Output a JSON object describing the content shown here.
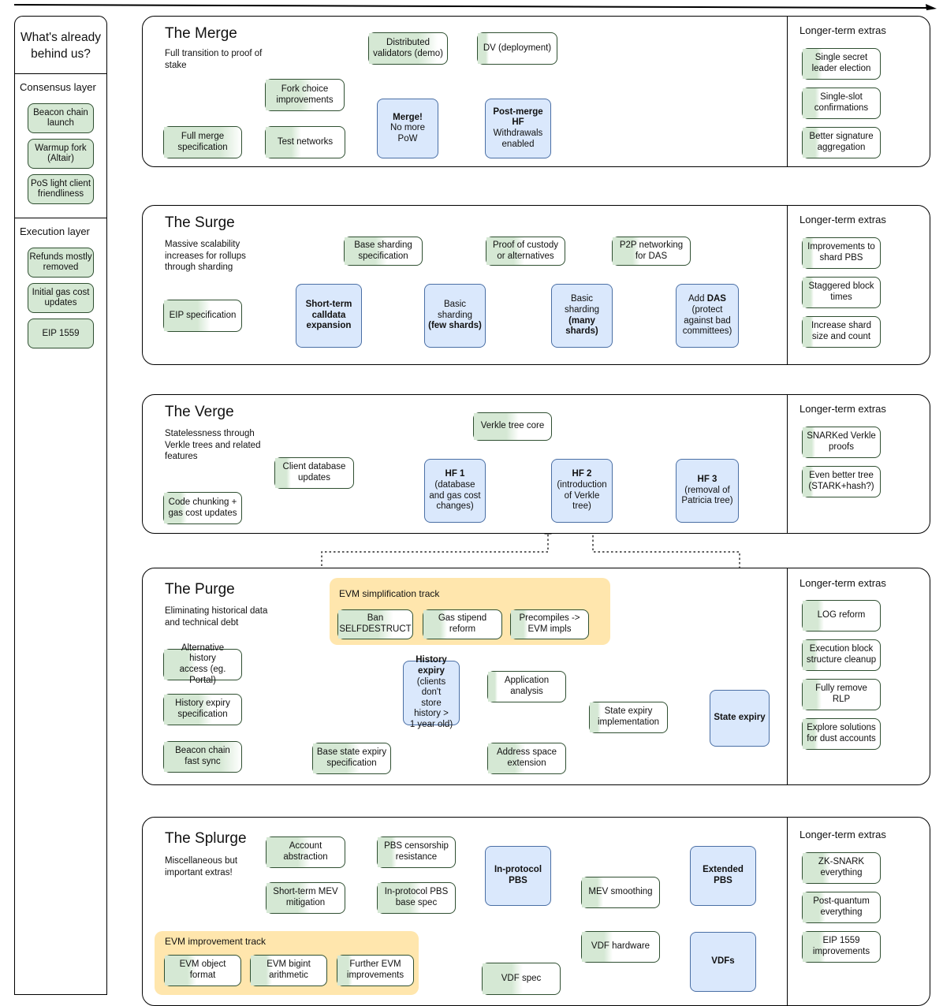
{
  "timeline": {
    "name": "roadmap-timeline-arrow"
  },
  "sidebar": {
    "title": "What's already behind us?",
    "sections": [
      {
        "label": "Consensus layer",
        "items": [
          {
            "label": "Beacon chain launch",
            "progress": 100
          },
          {
            "label": "Warmup fork (Altair)",
            "progress": 100
          },
          {
            "label": "PoS light client friendliness",
            "progress": 100
          }
        ]
      },
      {
        "label": "Execution layer",
        "items": [
          {
            "label": "Refunds mostly removed",
            "progress": 100
          },
          {
            "label": "Initial gas cost updates",
            "progress": 100
          },
          {
            "label": "EIP 1559",
            "progress": 100
          }
        ]
      }
    ]
  },
  "phases": [
    {
      "id": "merge",
      "title": "The Merge",
      "subtitle": "Full transition to proof of stake",
      "extras_title": "Longer-term extras",
      "nodes": [
        {
          "id": "distributed-validators",
          "label": "Distributed validators (demo)",
          "kind": "green",
          "progress": 88
        },
        {
          "id": "dv-deployment",
          "label": "DV (deployment)",
          "kind": "green",
          "progress": 14
        },
        {
          "id": "fork-choice-improvements",
          "label": "Fork choice improvements",
          "kind": "green",
          "progress": 62
        },
        {
          "id": "full-merge-specification",
          "label": "Full merge specification",
          "kind": "green",
          "progress": 100
        },
        {
          "id": "test-networks",
          "label": "Test networks",
          "kind": "green",
          "progress": 45
        },
        {
          "id": "merge-no-more-pow",
          "label": "Merge! No more PoW",
          "bold_lines": [
            "Merge!"
          ],
          "kind": "blue"
        },
        {
          "id": "post-merge-hf",
          "label": "Post-merge HF Withdrawals enabled",
          "bold_lines": [
            "Post-merge",
            "HF"
          ],
          "kind": "blue"
        }
      ],
      "extras": [
        {
          "label": "Single secret leader election",
          "progress": 26
        },
        {
          "label": "Single-slot confirmations",
          "progress": 22
        },
        {
          "label": "Better signature aggregation",
          "progress": 22
        }
      ]
    },
    {
      "id": "surge",
      "title": "The Surge",
      "subtitle": "Massive scalability increases for rollups through sharding",
      "extras_title": "Longer-term extras",
      "nodes": [
        {
          "id": "base-sharding-specification",
          "label": "Base sharding specification",
          "kind": "green",
          "progress": 55
        },
        {
          "id": "proof-of-custody",
          "label": "Proof of custody or alternatives",
          "kind": "green",
          "progress": 48
        },
        {
          "id": "p2p-networking-for-das",
          "label": "P2P networking for DAS",
          "kind": "green",
          "progress": 36
        },
        {
          "id": "eip-specification",
          "label": "EIP specification",
          "kind": "green",
          "progress": 60
        },
        {
          "id": "short-term-calldata-expansion",
          "label": "Short-term calldata expansion",
          "kind": "blue",
          "bold": true
        },
        {
          "id": "basic-sharding-few-shards",
          "label": "Basic sharding (few shards)",
          "bold_lines": [
            "(few shards)"
          ],
          "kind": "blue"
        },
        {
          "id": "basic-sharding-many-shards",
          "label": "Basic sharding (many shards)",
          "bold_lines": [
            "(many",
            "shards)"
          ],
          "kind": "blue"
        },
        {
          "id": "add-das",
          "label": "Add DAS (protect against bad committees)",
          "kind": "blue"
        }
      ],
      "extras": [
        {
          "label": "Improvements to shard PBS",
          "progress": 14
        },
        {
          "label": "Staggered block times",
          "progress": 14
        },
        {
          "label": "Increase shard size and count",
          "progress": 14
        }
      ]
    },
    {
      "id": "verge",
      "title": "The Verge",
      "subtitle": "Statelessness through Verkle trees and related features",
      "extras_title": "Longer-term extras",
      "nodes": [
        {
          "id": "verkle-tree-core",
          "label": "Verkle tree core",
          "kind": "green",
          "progress": 58
        },
        {
          "id": "client-database-updates",
          "label": "Client database updates",
          "kind": "green",
          "progress": 20
        },
        {
          "id": "code-chunking-gas-cost-updates",
          "label": "Code chunking + gas cost updates",
          "kind": "green",
          "progress": 30
        },
        {
          "id": "hf-1",
          "label": "HF 1 (database and gas cost changes)",
          "bold_lines": [
            "HF 1"
          ],
          "kind": "blue"
        },
        {
          "id": "hf-2",
          "label": "HF 2 (introduction of Verkle tree)",
          "bold_lines": [
            "HF 2"
          ],
          "kind": "blue"
        },
        {
          "id": "hf-3",
          "label": "HF 3 (removal of Patricia tree)",
          "bold_lines": [
            "HF 3"
          ],
          "kind": "blue"
        }
      ],
      "extras": [
        {
          "label": "SNARKed Verkle proofs",
          "progress": 16
        },
        {
          "label": "Even better tree (STARK+hash?)",
          "progress": 14
        }
      ]
    },
    {
      "id": "purge",
      "title": "The Purge",
      "subtitle": "Eliminating historical data and technical debt",
      "extras_title": "Longer-term extras",
      "track": {
        "label": "EVM simplification track",
        "items": [
          {
            "label": "Ban SELFDESTRUCT",
            "progress": 74
          },
          {
            "label": "Gas stipend reform",
            "progress": 30
          },
          {
            "label": "Precompiles -> EVM impls",
            "progress": 22
          }
        ]
      },
      "nodes": [
        {
          "id": "alternative-history-access",
          "label": "Alternative history access (eg. Portal)",
          "kind": "green",
          "progress": 42
        },
        {
          "id": "history-expiry-specification",
          "label": "History expiry specification",
          "kind": "green",
          "progress": 62
        },
        {
          "id": "beacon-chain-fast-sync",
          "label": "Beacon chain fast sync",
          "kind": "green",
          "progress": 100
        },
        {
          "id": "history-expiry",
          "label": "History expiry (clients don't store history > 1 year old)",
          "bold_lines": [
            "History",
            "expiry"
          ],
          "kind": "blue"
        },
        {
          "id": "application-analysis",
          "label": "Application analysis",
          "kind": "green",
          "progress": 12
        },
        {
          "id": "base-state-expiry-specification",
          "label": "Base state expiry specification",
          "kind": "green",
          "progress": 60
        },
        {
          "id": "address-space-extension",
          "label": "Address space extension",
          "kind": "green",
          "progress": 48
        },
        {
          "id": "state-expiry-implementation",
          "label": "State expiry implementation",
          "kind": "green",
          "progress": 14
        },
        {
          "id": "state-expiry",
          "label": "State expiry",
          "kind": "blue",
          "bold": true
        }
      ],
      "extras": [
        {
          "label": "LOG reform",
          "progress": 28
        },
        {
          "label": "Execution block structure cleanup",
          "progress": 20
        },
        {
          "label": "Fully remove RLP",
          "progress": 24
        },
        {
          "label": "Explore solutions for dust accounts",
          "progress": 20
        }
      ]
    },
    {
      "id": "splurge",
      "title": "The Splurge",
      "subtitle": "Miscellaneous but important extras!",
      "extras_title": "Longer-term extras",
      "track": {
        "label": "EVM improvement track",
        "items": [
          {
            "label": "EVM object format",
            "progress": 42
          },
          {
            "label": "EVM bigint arithmetic",
            "progress": 28
          },
          {
            "label": "Further EVM improvements",
            "progress": 20
          }
        ]
      },
      "nodes": [
        {
          "id": "account-abstraction",
          "label": "Account abstraction",
          "kind": "green",
          "progress": 56
        },
        {
          "id": "pbs-censorship-resistance",
          "label": "PBS censorship resistance",
          "kind": "green",
          "progress": 24
        },
        {
          "id": "short-term-mev-mitigation",
          "label": "Short-term MEV mitigation",
          "kind": "green",
          "progress": 56
        },
        {
          "id": "in-protocol-pbs-base-spec",
          "label": "In-protocol PBS base spec",
          "kind": "green",
          "progress": 56
        },
        {
          "id": "in-protocol-pbs",
          "label": "In-protocol PBS",
          "kind": "blue",
          "bold": true
        },
        {
          "id": "mev-smoothing",
          "label": "MEV smoothing",
          "kind": "green",
          "progress": 28
        },
        {
          "id": "extended-pbs",
          "label": "Extended PBS",
          "kind": "blue",
          "bold": true
        },
        {
          "id": "vdf-hardware",
          "label": "VDF hardware",
          "kind": "green",
          "progress": 40
        },
        {
          "id": "vdf-spec",
          "label": "VDF spec",
          "kind": "green",
          "progress": 52
        },
        {
          "id": "vdfs",
          "label": "VDFs",
          "kind": "blue",
          "bold": true
        }
      ],
      "extras": [
        {
          "label": "ZK-SNARK everything",
          "progress": 36
        },
        {
          "label": "Post-quantum everything",
          "progress": 30
        },
        {
          "label": "EIP 1559 improvements",
          "progress": 30
        }
      ]
    }
  ],
  "colors": {
    "done_green": "#d5e8d4",
    "green_border": "#2f4f31",
    "future_blue": "#dae8fc",
    "blue_border": "#4a6fa5",
    "track_yellow": "#ffe6ad",
    "outline": "#000000"
  }
}
